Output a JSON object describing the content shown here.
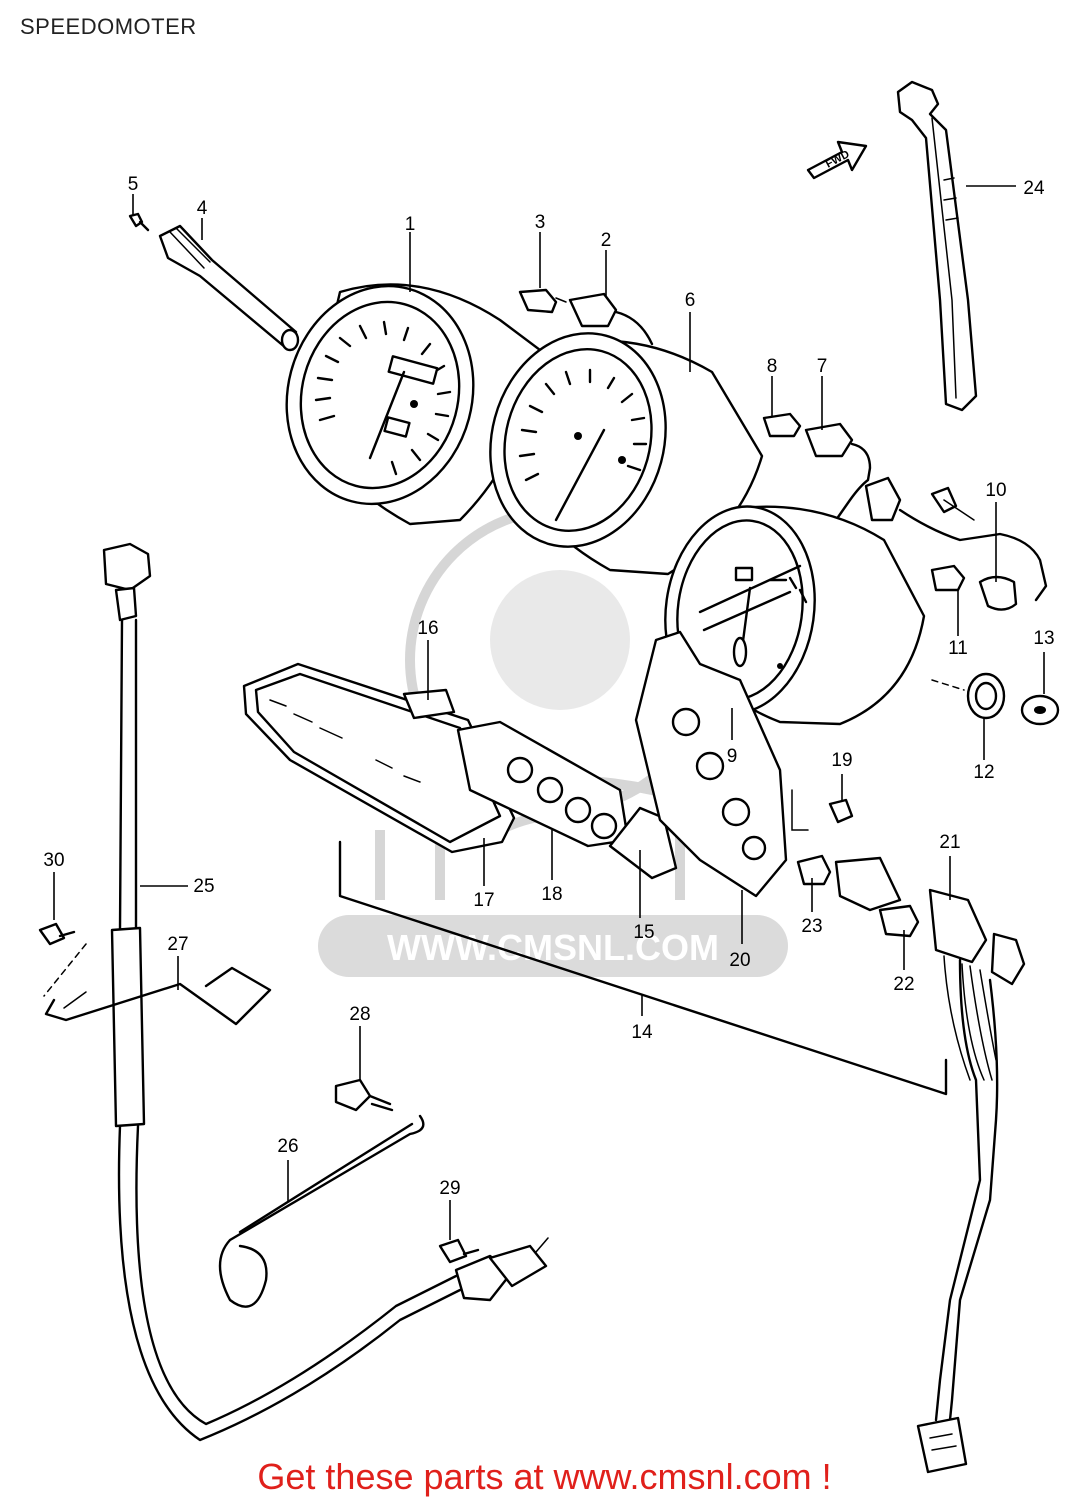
{
  "header": {
    "title": "SPEEDOMOTER"
  },
  "footer": {
    "text": "Get these parts at www.cmsnl.com !",
    "color": "#e0201b"
  },
  "watermark": {
    "text": "WWW.CMSNL.COM",
    "kind": "logo"
  },
  "fwd_arrow": {
    "text": "FWD"
  },
  "callouts": [
    "1",
    "2",
    "3",
    "4",
    "5",
    "6",
    "7",
    "8",
    "9",
    "10",
    "11",
    "12",
    "13",
    "14",
    "15",
    "16",
    "17",
    "18",
    "19",
    "20",
    "21",
    "22",
    "23",
    "24",
    "25",
    "26",
    "27",
    "28",
    "29",
    "30"
  ],
  "colors": {
    "footer": "#e0201b",
    "line": "#000000",
    "watermark": "#cfcfcf"
  }
}
